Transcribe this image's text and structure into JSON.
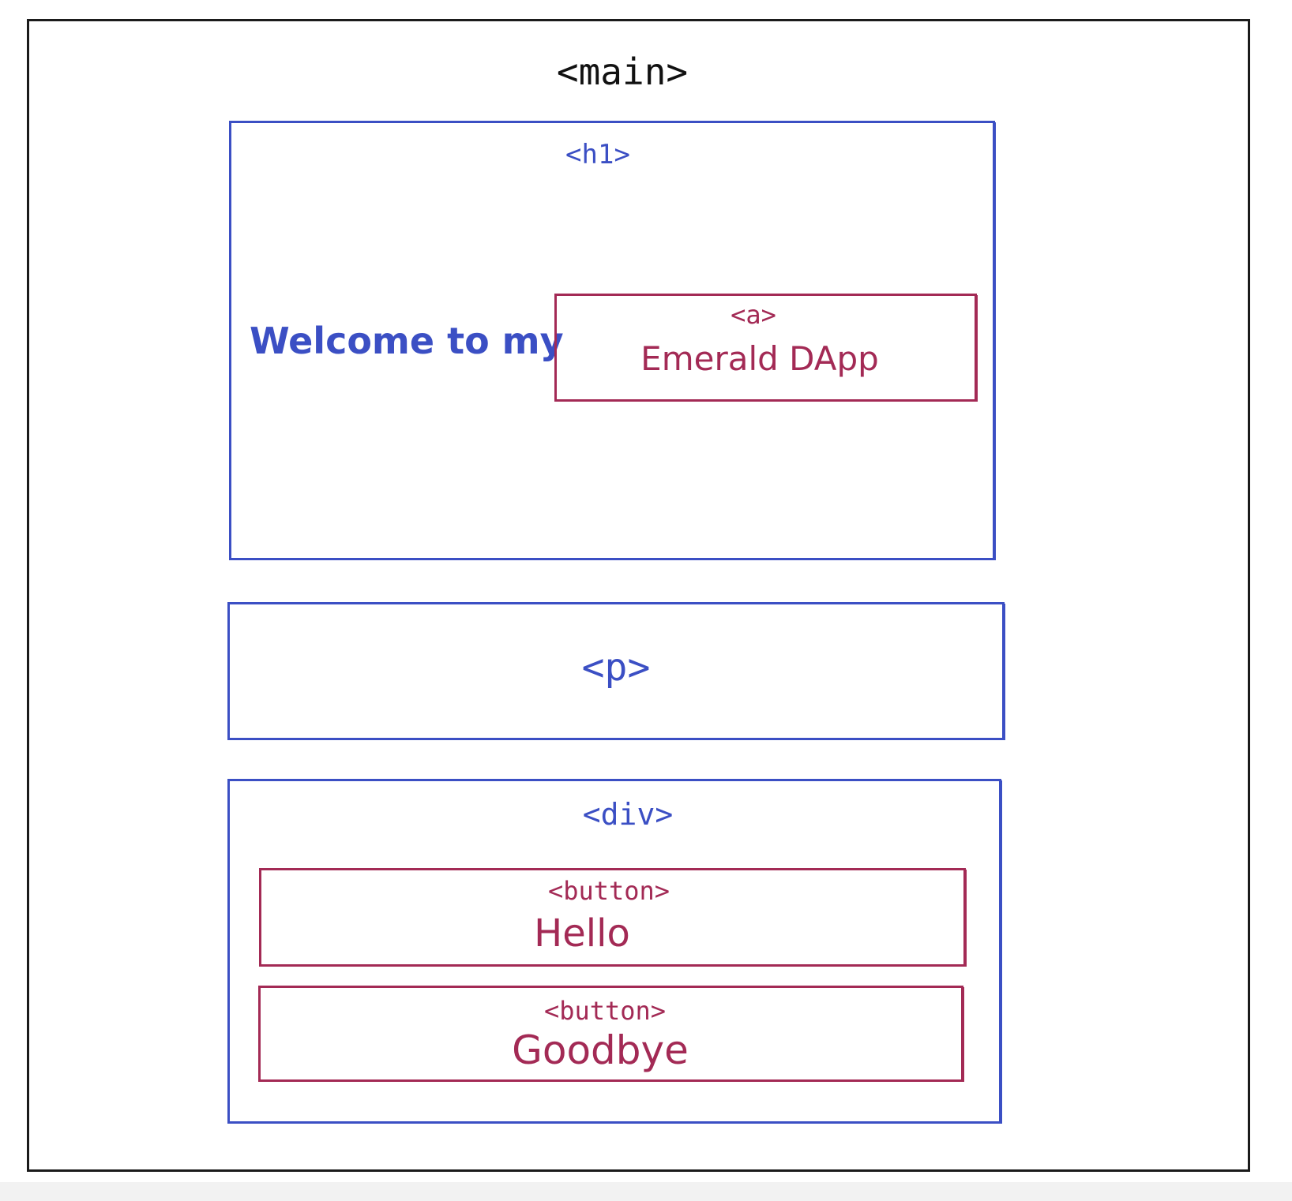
{
  "diagram": {
    "main": {
      "tag": "<main>"
    },
    "h1": {
      "tag": "<h1>",
      "text": "Welcome to my",
      "a": {
        "tag": "<a>",
        "text": "Emerald DApp"
      }
    },
    "p": {
      "tag": "<p>"
    },
    "div": {
      "tag": "<div>",
      "buttons": [
        {
          "tag": "<button>",
          "text": "Hello"
        },
        {
          "tag": "<button>",
          "text": "Goodbye"
        }
      ]
    }
  },
  "colors": {
    "main": "#1b1b1b",
    "container": "#3b4fc4",
    "element": "#a32a55"
  }
}
